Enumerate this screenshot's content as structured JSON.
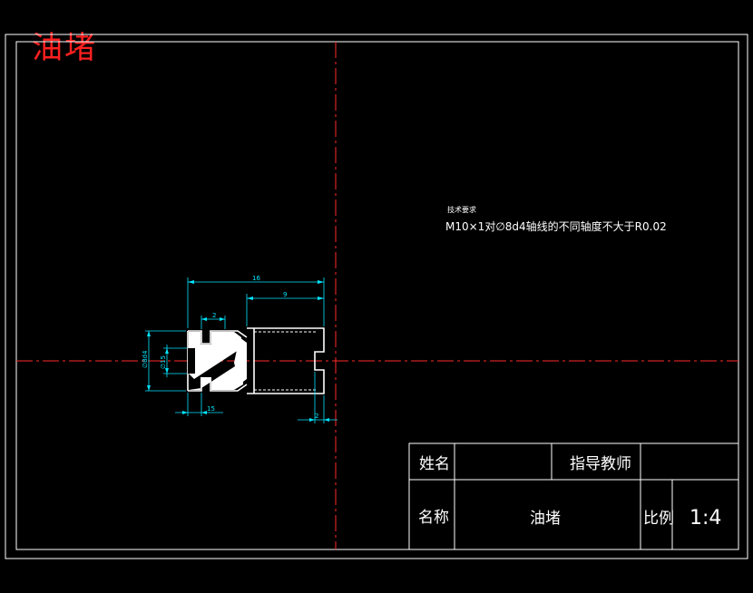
{
  "drawing": {
    "title": "油堵",
    "tech_req_heading": "技术要求",
    "tech_req_line": "M10×1对∅8d4轴线的不同轴度不大于R0.02",
    "dimensions": {
      "overall_length": "16",
      "thread_length": "9",
      "groove_width_top": "2",
      "slot_width_right": "2",
      "head_length": "15",
      "outer_dia": "∅8d4",
      "inner_dia": "∅15"
    }
  },
  "title_block": {
    "name_label": "姓名",
    "instructor_label": "指导教师",
    "part_name_label": "名称",
    "part_name_value": "油堵",
    "scale_label": "比例",
    "scale_value": "1:4"
  },
  "colors": {
    "background": "#000000",
    "frame": "#ffffff",
    "centerline": "#ff2a2a",
    "dimension": "#00e5ff",
    "title": "#ff2020"
  }
}
